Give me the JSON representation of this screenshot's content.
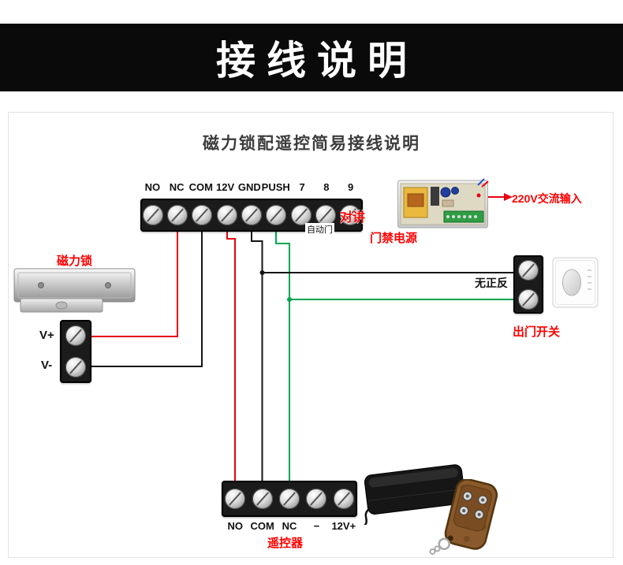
{
  "banner": {
    "title": "接线说明"
  },
  "diagram": {
    "subtitle": "磁力锁配遥控简易接线说明",
    "top_block": {
      "labels": [
        "NO",
        "NC",
        "COM",
        "12V",
        "GND",
        "PUSH",
        "7",
        "8",
        "9"
      ]
    },
    "bottom_block": {
      "labels": [
        "NO",
        "COM",
        "NC",
        "−",
        "12V+"
      ]
    },
    "annotations": {
      "intercom": "对讲",
      "auto_door": "自动门",
      "access_power": "门禁电源",
      "ac_input": "220V交流输入",
      "maglock": "磁力锁",
      "v_plus": "V+",
      "v_minus": "V-",
      "no_polarity": "无正反",
      "exit_switch": "出门开关",
      "remote": "遥控器"
    }
  },
  "colors": {
    "banner_bg": "#0a0a0a",
    "accent_red": "#ff0000",
    "wire_red": "#e60012",
    "wire_black": "#141414",
    "wire_green": "#00a651"
  }
}
